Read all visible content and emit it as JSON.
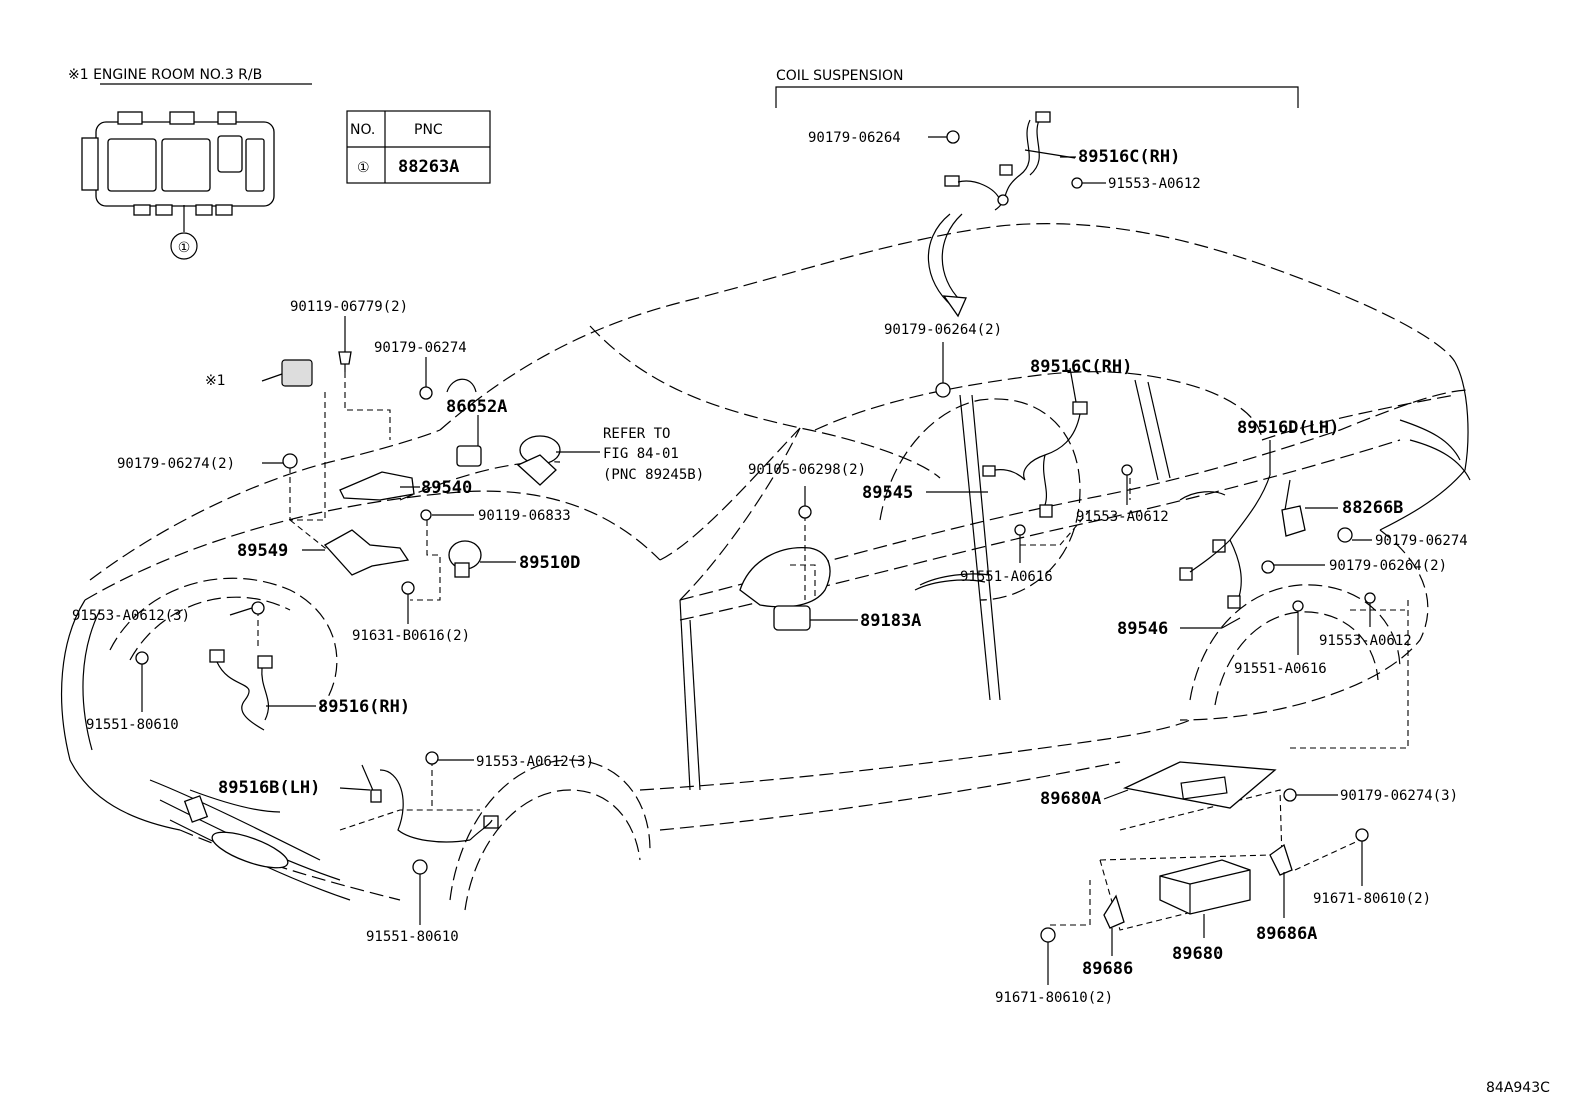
{
  "engine_room_box": {
    "title": "※1 ENGINE ROOM NO.3 R/B",
    "callout": "①"
  },
  "pnc_table": {
    "headers": [
      "NO.",
      "PNC"
    ],
    "rows": [
      {
        "no": "①",
        "pnc": "88263A"
      }
    ]
  },
  "coil_suspension": {
    "label": "COIL SUSPENSION"
  },
  "refer_note": {
    "line1": "REFER TO",
    "line2": "FIG 84-01",
    "line3": "(PNC 89245B)"
  },
  "star1_marker": "※1",
  "parts": [
    {
      "id": "p1",
      "text": "90179-06264"
    },
    {
      "id": "p2",
      "text": "89516C(RH)"
    },
    {
      "id": "p3",
      "text": "91553-A0612"
    },
    {
      "id": "p4",
      "text": "90119-06779(2)"
    },
    {
      "id": "p5",
      "text": "90179-06274"
    },
    {
      "id": "p6",
      "text": "86652A"
    },
    {
      "id": "p7",
      "text": "90179-06274(2)"
    },
    {
      "id": "p8",
      "text": "89540"
    },
    {
      "id": "p9",
      "text": "90119-06833"
    },
    {
      "id": "p10",
      "text": "89549"
    },
    {
      "id": "p11",
      "text": "89510D"
    },
    {
      "id": "p12",
      "text": "91631-B0616(2)"
    },
    {
      "id": "p13",
      "text": "91553-A0612(3)"
    },
    {
      "id": "p14",
      "text": "91551-80610"
    },
    {
      "id": "p15",
      "text": "89516(RH)"
    },
    {
      "id": "p16",
      "text": "89516B(LH)"
    },
    {
      "id": "p17",
      "text": "91553-A0612(3)"
    },
    {
      "id": "p18",
      "text": "91551-80610"
    },
    {
      "id": "p19",
      "text": "90105-06298(2)"
    },
    {
      "id": "p20",
      "text": "89183A"
    },
    {
      "id": "p21",
      "text": "90179-06264(2)"
    },
    {
      "id": "p22",
      "text": "89516C(RH)"
    },
    {
      "id": "p23",
      "text": "89545"
    },
    {
      "id": "p24",
      "text": "91553-A0612"
    },
    {
      "id": "p25",
      "text": "91551-A0616"
    },
    {
      "id": "p26",
      "text": "89516D(LH)"
    },
    {
      "id": "p27",
      "text": "88266B"
    },
    {
      "id": "p28",
      "text": "90179-06274"
    },
    {
      "id": "p29",
      "text": "90179-06264(2)"
    },
    {
      "id": "p30",
      "text": "89546"
    },
    {
      "id": "p31",
      "text": "91551-A0616"
    },
    {
      "id": "p32",
      "text": "91553-A0612"
    },
    {
      "id": "p33",
      "text": "89680A"
    },
    {
      "id": "p34",
      "text": "90179-06274(3)"
    },
    {
      "id": "p35",
      "text": "91671-80610(2)"
    },
    {
      "id": "p36",
      "text": "89686A"
    },
    {
      "id": "p37",
      "text": "89680"
    },
    {
      "id": "p38",
      "text": "89686"
    },
    {
      "id": "p39",
      "text": "91671-80610(2)"
    }
  ],
  "figure_code": "84A943C"
}
